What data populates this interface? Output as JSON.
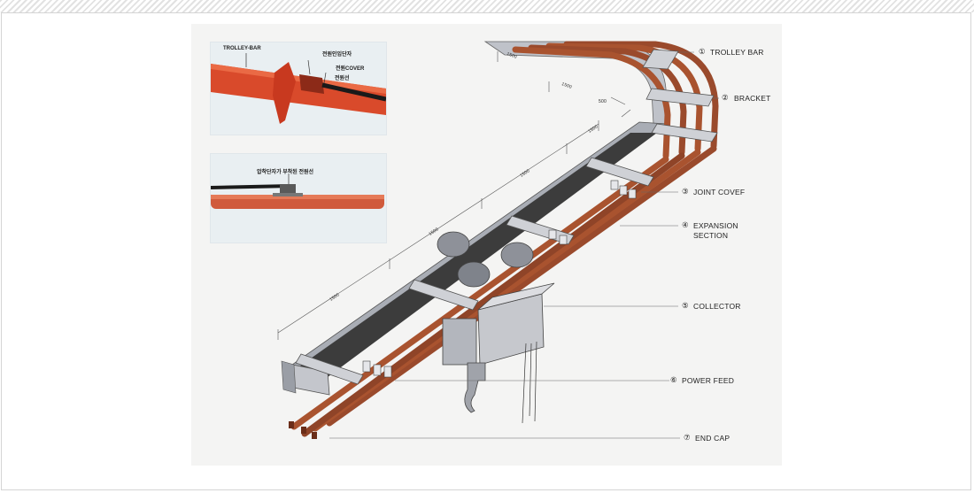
{
  "inset_top": {
    "trolley_bar_label": "TROLLEY-BAR",
    "power_terminal_label": "전원인입단자",
    "power_cover_label": "전원COVER",
    "power_line_label": "전원선"
  },
  "inset_bottom": {
    "caption": "압착단자가 부착된 전원선"
  },
  "callouts": [
    {
      "num": "①",
      "text": "TROLLEY BAR"
    },
    {
      "num": "②",
      "text": "BRACKET"
    },
    {
      "num": "③",
      "text": "JOINT COVEF"
    },
    {
      "num": "④",
      "text": "EXPANSION"
    },
    {
      "num": "⑤",
      "text": "COLLECTOR"
    },
    {
      "num": "⑥",
      "text": "POWER FEED"
    },
    {
      "num": "⑦",
      "text": "END CAP"
    }
  ],
  "expansion_line2": "SECTION",
  "dimensions": {
    "d1": "1500",
    "d2": "1500",
    "d3": "500",
    "d4": "1500",
    "d5": "1500",
    "d6": "1500",
    "d7": "1500"
  },
  "colors": {
    "bar_red": "#d24a2e",
    "bar_brown": "#9a4a2c",
    "steel": "#b9bcc3"
  }
}
